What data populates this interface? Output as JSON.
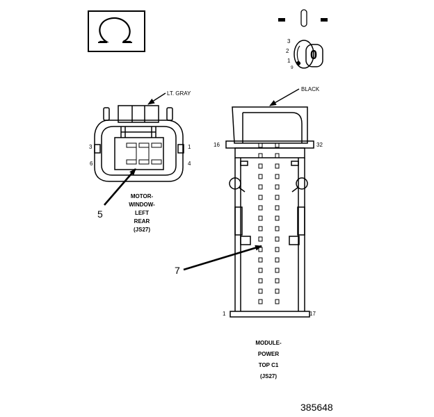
{
  "switch_positions": {
    "off_left": "-",
    "off_right": "-",
    "numbers": [
      "3",
      "2",
      "1",
      "9"
    ],
    "knob_label": "0"
  },
  "connector_a": {
    "color_label": "LT. GRAY",
    "pins": {
      "top_left": "3",
      "bottom_left": "6",
      "top_right": "1",
      "bottom_right": "4"
    },
    "callout": "5",
    "name_lines": [
      "MOTOR-",
      "WINDOW-",
      "LEFT",
      "REAR",
      "(JS27)"
    ]
  },
  "connector_b": {
    "color_label": "BLACK",
    "pins": {
      "top_left": "16",
      "top_right": "32",
      "bottom_left": "1",
      "bottom_right": "17"
    },
    "callout": "7",
    "name_lines": [
      "MODULE-",
      "POWER",
      "TOP C1",
      "(JS27)"
    ]
  },
  "figure_id": "385648"
}
